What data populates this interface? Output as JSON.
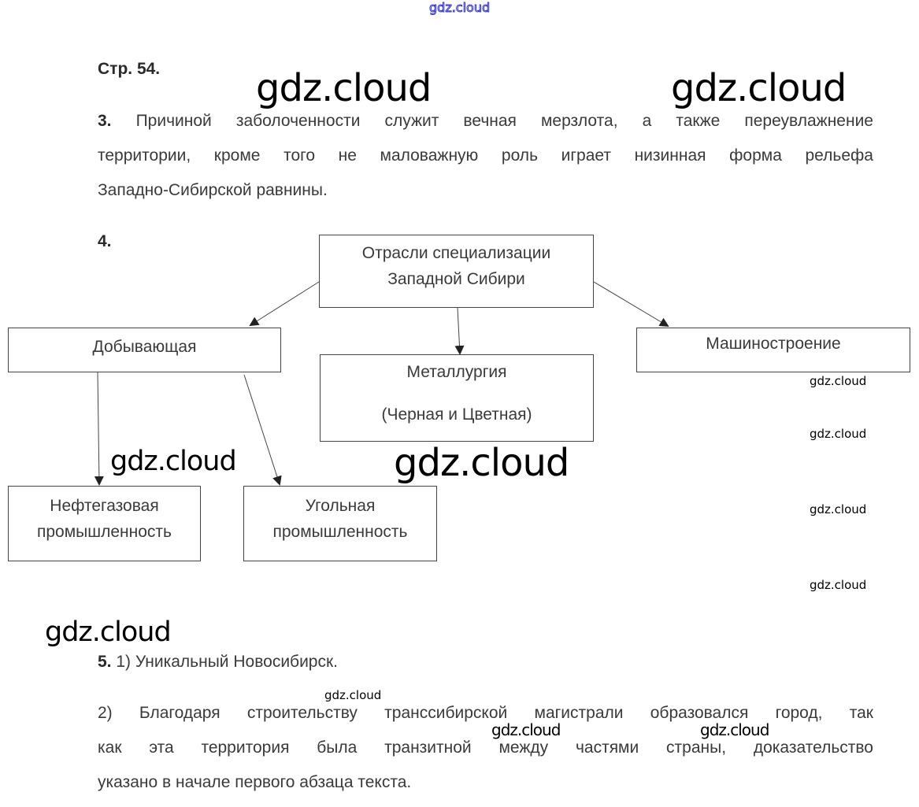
{
  "watermark": "gdz.cloud",
  "page_ref": "Стр. 54.",
  "task3": {
    "number": "3.",
    "lines": [
      "Причиной заболоченности служит вечная мерзлота, а также переувлажнение",
      "территории, кроме того не маловажную роль играет низинная форма рельефа",
      "Западно-Сибирской равнины."
    ]
  },
  "task4": {
    "number": "4.",
    "diagram": {
      "root": {
        "line1": "Отрасли специализации",
        "line2": "Западной Сибири"
      },
      "mining": "Добывающая",
      "metallurgy": {
        "line1": "Металлургия",
        "line2": "(Черная и Цветная)"
      },
      "machinery": "Машиностроение",
      "oil_gas": {
        "line1": "Нефтегазовая",
        "line2": "промышленность"
      },
      "coal": {
        "line1": "Угольная",
        "line2": "промышленность"
      }
    }
  },
  "task5": {
    "number": "5.",
    "item1": "1) Уникальный Новосибирск.",
    "item2_lines": [
      "2) Благодаря строительству транссибирской магистрали образовался город, так",
      "как эта территория была транзитной между частями страны, доказательство",
      "указано в начале первого абзаца текста."
    ]
  }
}
